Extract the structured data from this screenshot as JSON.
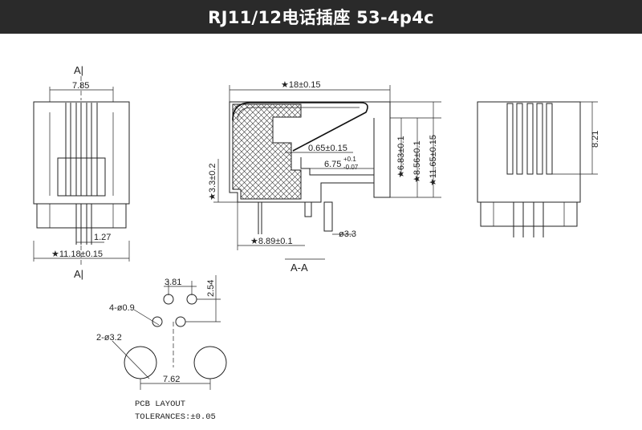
{
  "title": "RJ11/12电话插座 53-4p4c",
  "front_view": {
    "section_label_top": "A|",
    "section_label_bottom": "A|",
    "width_dim": "7.85",
    "pitch_dim": "1.27",
    "overall_dim": "★11.18±0.15"
  },
  "section_view": {
    "length_dim": "★18±0.15",
    "height_dim_1": "★6.83±0.1",
    "height_dim_2": "★8.56±0.1",
    "height_dim_3": "★11.65±0.15",
    "contact_dim": "0.65±0.15",
    "slot_dim_main": "6.75",
    "slot_tol_plus": "+0.1",
    "slot_tol_minus": "-0.07",
    "post_dim": "★3.3±0.2",
    "pin_offset_dim": "★8.89±0.1",
    "post_dia": "ø3.3",
    "section_name": "A-A"
  },
  "side_view": {
    "height_dim": "8.21"
  },
  "pcb_layout": {
    "pitch_x": "3.81",
    "pitch_y": "2.54",
    "pin_holes": "4-ø0.9",
    "post_holes": "2-ø3.2",
    "post_spacing": "7.62",
    "title": "PCB LAYOUT",
    "tolerance": "TOLERANCES:±0.05"
  }
}
